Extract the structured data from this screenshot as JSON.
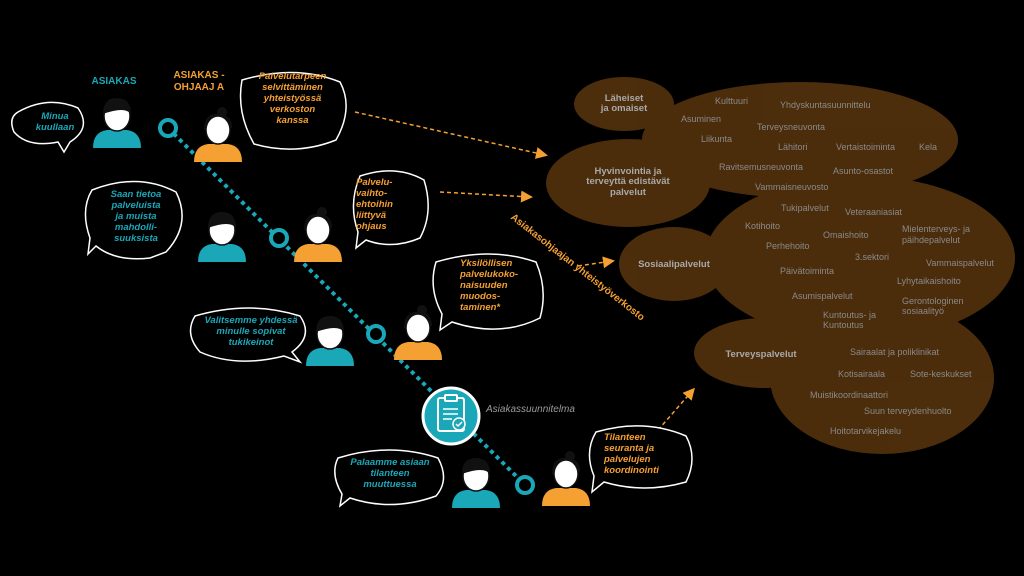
{
  "headers": {
    "customer": "ASIAKAS",
    "advisor_line1": "ASIAKAS -",
    "advisor_line2": "OHJAAJ A"
  },
  "customer_bubbles": [
    [
      "Minua",
      "kuullaan"
    ],
    [
      "Saan tietoa",
      "palveluista",
      "ja muista",
      "mahdolli-",
      "suuksista"
    ],
    [
      "Valitsemme yhdessä",
      "minulle sopivat",
      "tukikeinot"
    ],
    [
      "Palaamme asiaan",
      "tilanteen",
      "muuttuessa"
    ]
  ],
  "advisor_bubbles": [
    [
      "Palvelutarpeen",
      "selvittäminen",
      "yhteistyössä",
      "verkoston",
      "kanssa"
    ],
    [
      "Palvelu-",
      "vaihto-",
      "ehtoihin",
      "liittyvä",
      "ohjaus"
    ],
    [
      "Yksilöllisen",
      "palvelukoko-",
      "naisuuden",
      "muodos-",
      "taminen*"
    ],
    [
      "Tilanteen",
      "seuranta ja",
      "palvelujen",
      "koordinointi"
    ]
  ],
  "plan_label": "Asiakassuunnitelma",
  "network_label": "Asiakasohjaajan yhteistyöverkosto",
  "clusters": {
    "laheiset": [
      "Läheiset",
      "ja omaiset"
    ],
    "hyvinvointi": [
      "Hyvinvointia ja",
      "terveyttä edistävät",
      "palvelut"
    ],
    "sosiaali": "Sosiaalipalvelut",
    "terveys": "Terveyspalvelut"
  },
  "services": [
    "Kulttuuri",
    "Yhdyskuntasuunnittelu",
    "Asuminen",
    "Terveysneuvonta",
    "Liikunta",
    "Lähitori",
    "Vertaistoiminta",
    "Kela",
    "Ravitsemusneuvonta",
    "Asunto-osastot",
    "Vammaisneuvosto",
    "Tukipalvelut",
    "Veteraaniasiat",
    "Kotihoito",
    "Omaishoito",
    "Mielenterveys- ja",
    "päihdepalvelut",
    "Perhehoito",
    "3.sektori",
    "Vammaispalvelut",
    "Päivätoiminta",
    "Lyhytaikaishoito",
    "Asumispalvelut",
    "Gerontologinen",
    "sosiaalityö",
    "Kuntoutus",
    "Kotisairaala",
    "Sairaalat ja poliklinikat",
    "Sote-keskukset",
    "Muistikoordinaattori",
    "Suun terveydenhuolto",
    "Hoitotarvikejakelu",
    "Kuntoutus- ja"
  ],
  "colors": {
    "teal": "#1aa7b8",
    "orange": "#f5a033",
    "blob": "#7a4a14",
    "background": "#000000"
  }
}
